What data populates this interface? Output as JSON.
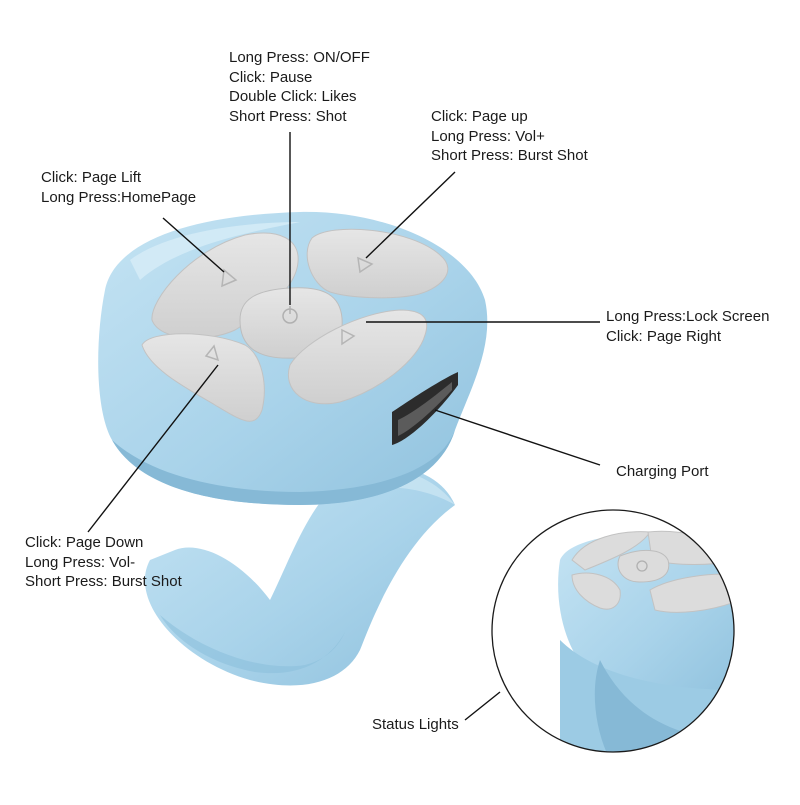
{
  "callouts": {
    "center_button": [
      "Long Press: ON/OFF",
      "Click: Pause",
      "Double Click: Likes",
      "Short Press: Shot"
    ],
    "top_right_button": [
      "Click: Page up",
      "Long Press: Vol+",
      "Short Press: Burst Shot"
    ],
    "top_left_button": [
      "Click: Page Lift",
      "Long Press:HomePage"
    ],
    "right_button": [
      "Long Press:Lock Screen",
      "Click: Page Right"
    ],
    "charging_port": "Charging Port",
    "bottom_left_button": [
      "Click: Page Down",
      "Long Press: Vol-",
      "Short Press: Burst Shot"
    ],
    "status_lights": "Status Lights"
  },
  "colors": {
    "ring_body": "#a9d3ea",
    "ring_shadow": "#8cbfdc",
    "ring_highlight": "#cbe6f4",
    "button_face": "#dcdcdc",
    "button_shadow": "#bdbdbd",
    "port": "#2a2a2a",
    "leader_line": "#111111",
    "text": "#1a1a1a"
  }
}
